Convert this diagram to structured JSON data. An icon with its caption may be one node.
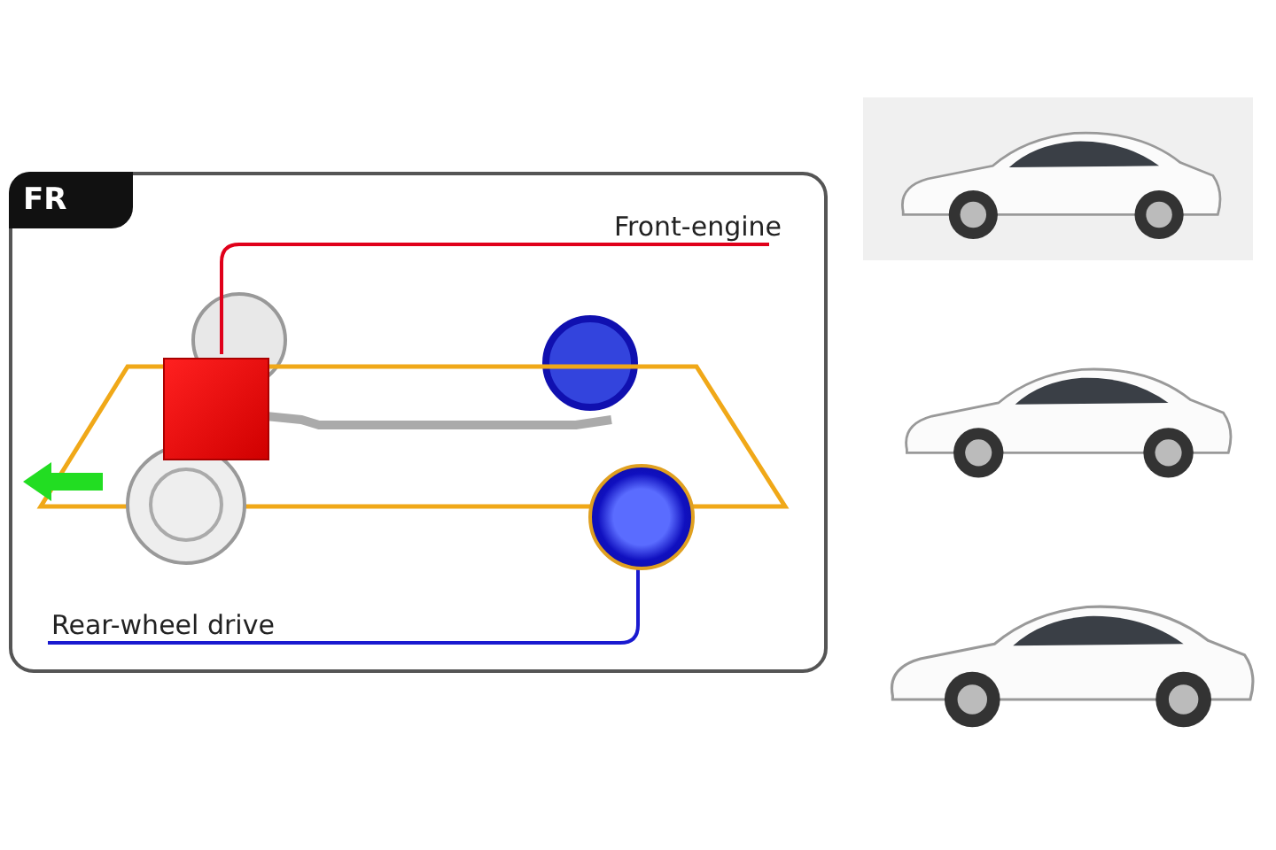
{
  "diagram": {
    "nodes": [
      {
        "text": [
          "FR"
        ]
      },
      {
        "text": [
          "Front-engine"
        ],
        "in": 0
      },
      {
        "text": [],
        "shape": "box",
        "in": 0
      },
      {
        "text": [
          "Rear-wheel drive"
        ],
        "in": 0
      },
      {
        "text": [],
        "shape": "circle",
        "in": 0
      },
      {
        "text": [],
        "shape": "picture"
      },
      {
        "text": [],
        "shape": "picture"
      },
      {
        "text": [],
        "shape": "picture"
      }
    ],
    "edges": [
      {
        "from": 1,
        "to": 2,
        "arrow": "none",
        "color": "#e0001a"
      },
      {
        "from": 3,
        "to": 4,
        "arrow": "none",
        "color": "#1a1ad0"
      }
    ]
  }
}
